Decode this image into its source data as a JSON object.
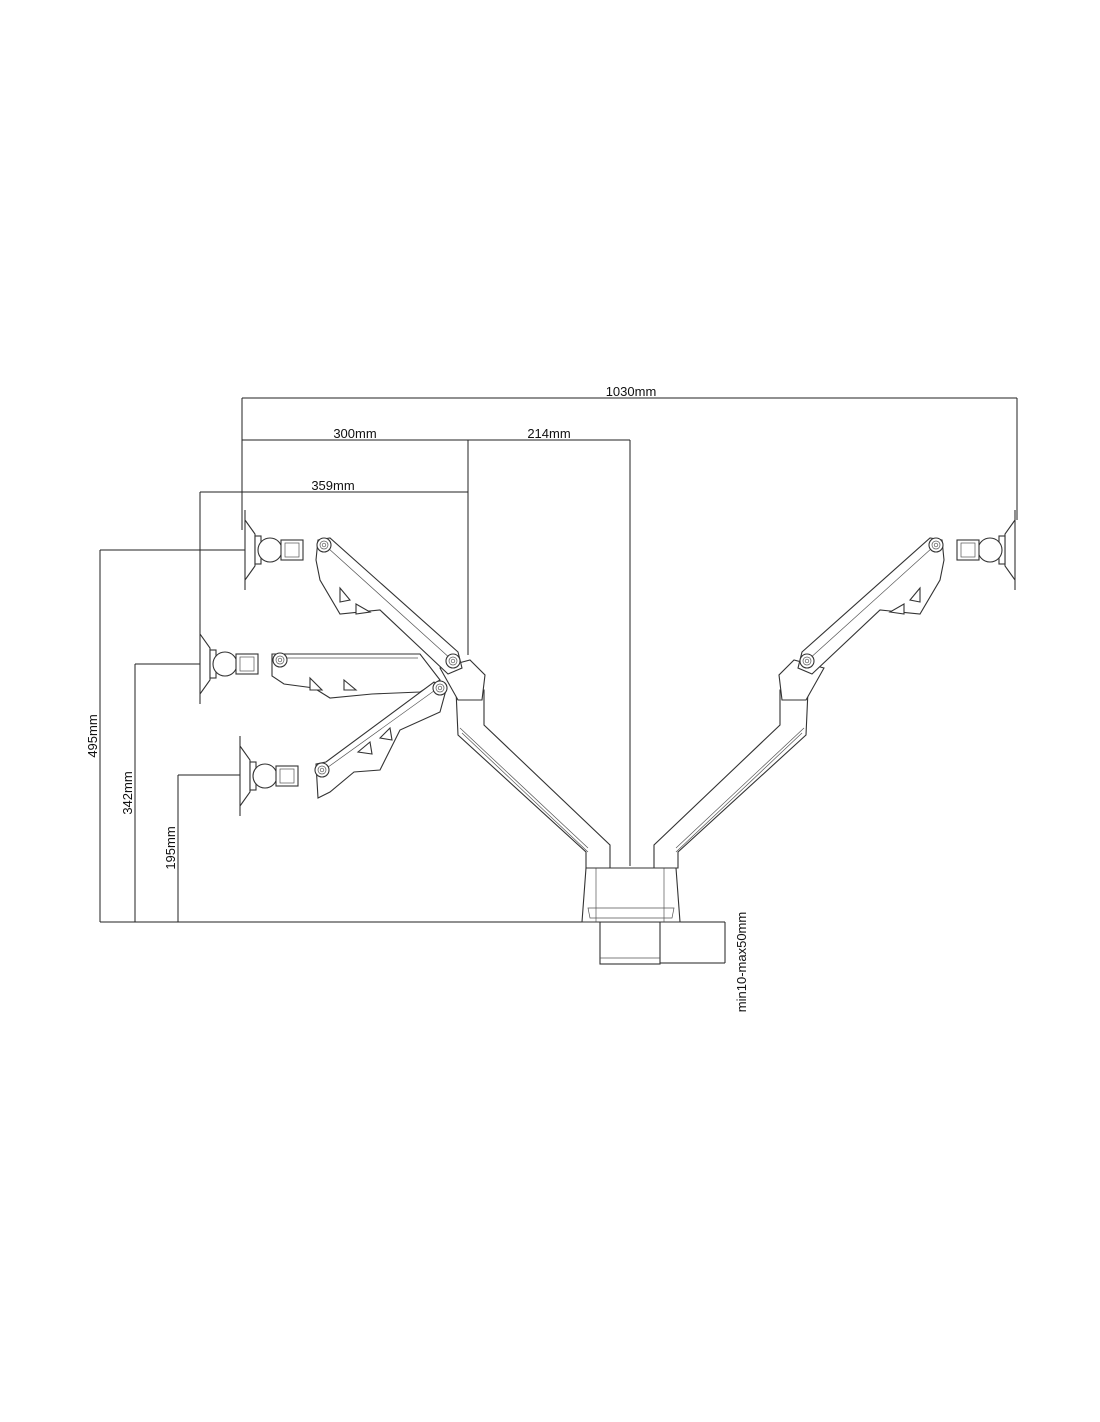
{
  "diagram": {
    "dimensions": {
      "total_width": "1030mm",
      "arm_reach_upper": "300mm",
      "arm_offset": "214mm",
      "arm_reach_middle": "359mm",
      "height_max": "495mm",
      "height_mid": "342mm",
      "height_min": "195mm",
      "desk_thickness": "min10-max50mm"
    }
  }
}
